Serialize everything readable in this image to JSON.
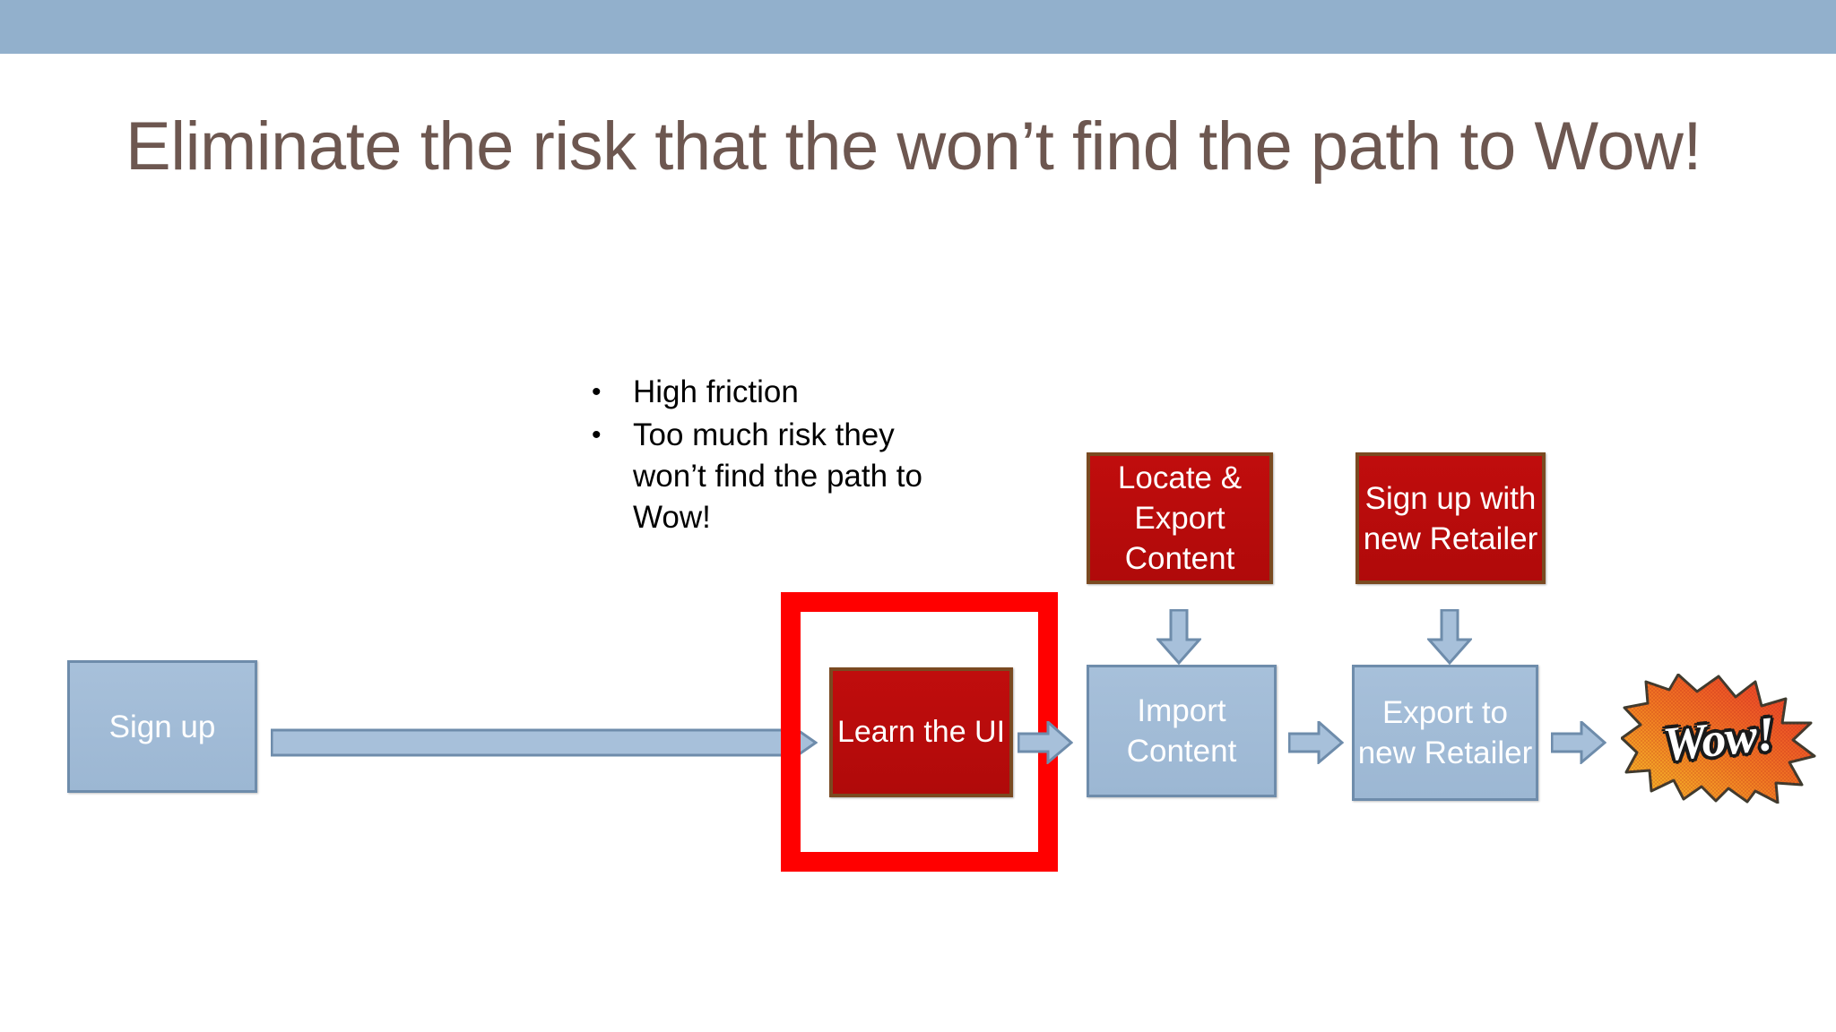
{
  "slide": {
    "title": "Eliminate the risk that the won’t find the path to Wow!",
    "title_color": "#6D5750",
    "banner_color": "#92B0CC",
    "background_color": "#FFFFFF"
  },
  "bullets": [
    {
      "mark": "•",
      "text": "High friction"
    },
    {
      "mark": "•",
      "text": "Too much risk they won’t find the path to Wow!"
    }
  ],
  "flow": {
    "boxes": [
      {
        "id": "signup",
        "label": "Sign up",
        "style": "blue"
      },
      {
        "id": "learn-ui",
        "label": "Learn the UI",
        "style": "red"
      },
      {
        "id": "locate",
        "label": "Locate & Export Content",
        "style": "red"
      },
      {
        "id": "signup-new",
        "label": "Sign up with new Retailer",
        "style": "red"
      },
      {
        "id": "import",
        "label": "Import Content",
        "style": "blue"
      },
      {
        "id": "export",
        "label": "Export to new Retailer",
        "style": "blue"
      }
    ],
    "arrows": [
      {
        "id": "signup-to-learn",
        "direction": "right"
      },
      {
        "id": "learn-to-import",
        "direction": "right"
      },
      {
        "id": "import-to-export",
        "direction": "right"
      },
      {
        "id": "export-to-wow",
        "direction": "right"
      },
      {
        "id": "locate-to-import",
        "direction": "down"
      },
      {
        "id": "signupnew-to-export",
        "direction": "down"
      }
    ],
    "arrow_fill": "#A7C0DA",
    "arrow_stroke": "#6E8CAB",
    "blue_fill": "#9FBAD4",
    "blue_stroke": "#6E8CAB",
    "red_fill": "#BE0D0D",
    "red_stroke": "#7A4A21",
    "highlight_color": "#FF0000"
  },
  "wow": {
    "text": "Wow!",
    "burst_colors": [
      "#E8332A",
      "#F07A22",
      "#F5C329"
    ]
  }
}
